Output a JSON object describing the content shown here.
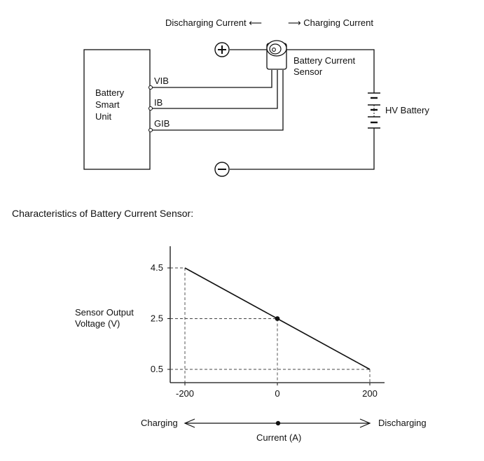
{
  "circuit": {
    "direction_discharging": "Discharging Current ⟵",
    "direction_charging": "⟶ Charging Current",
    "smart_unit_lines": [
      "Battery",
      "Smart",
      "Unit"
    ],
    "terminals": [
      "VIB",
      "IB",
      "GIB"
    ],
    "sensor_lines": [
      "Battery Current",
      "Sensor"
    ],
    "battery_label": "HV Battery",
    "plus_symbol": "+",
    "minus_symbol": "−"
  },
  "section_title": "Characteristics of Battery Current Sensor:",
  "chart_data": {
    "type": "line",
    "x": [
      -200,
      0,
      200
    ],
    "y": [
      4.5,
      2.5,
      0.5
    ],
    "xlabel": "Current (A)",
    "ylabel": "Sensor Output Voltage (V)",
    "ylabel_lines": [
      "Sensor Output",
      "Voltage (V)"
    ],
    "xticks": [
      "-200",
      "0",
      "200"
    ],
    "yticks": [
      "4.5",
      "2.5",
      "0.5"
    ],
    "highlight_point": {
      "x": 0,
      "y": 2.5
    },
    "grid": "dashed reference lines at data points",
    "arrow_left_label": "Charging",
    "arrow_right_label": "Discharging"
  }
}
